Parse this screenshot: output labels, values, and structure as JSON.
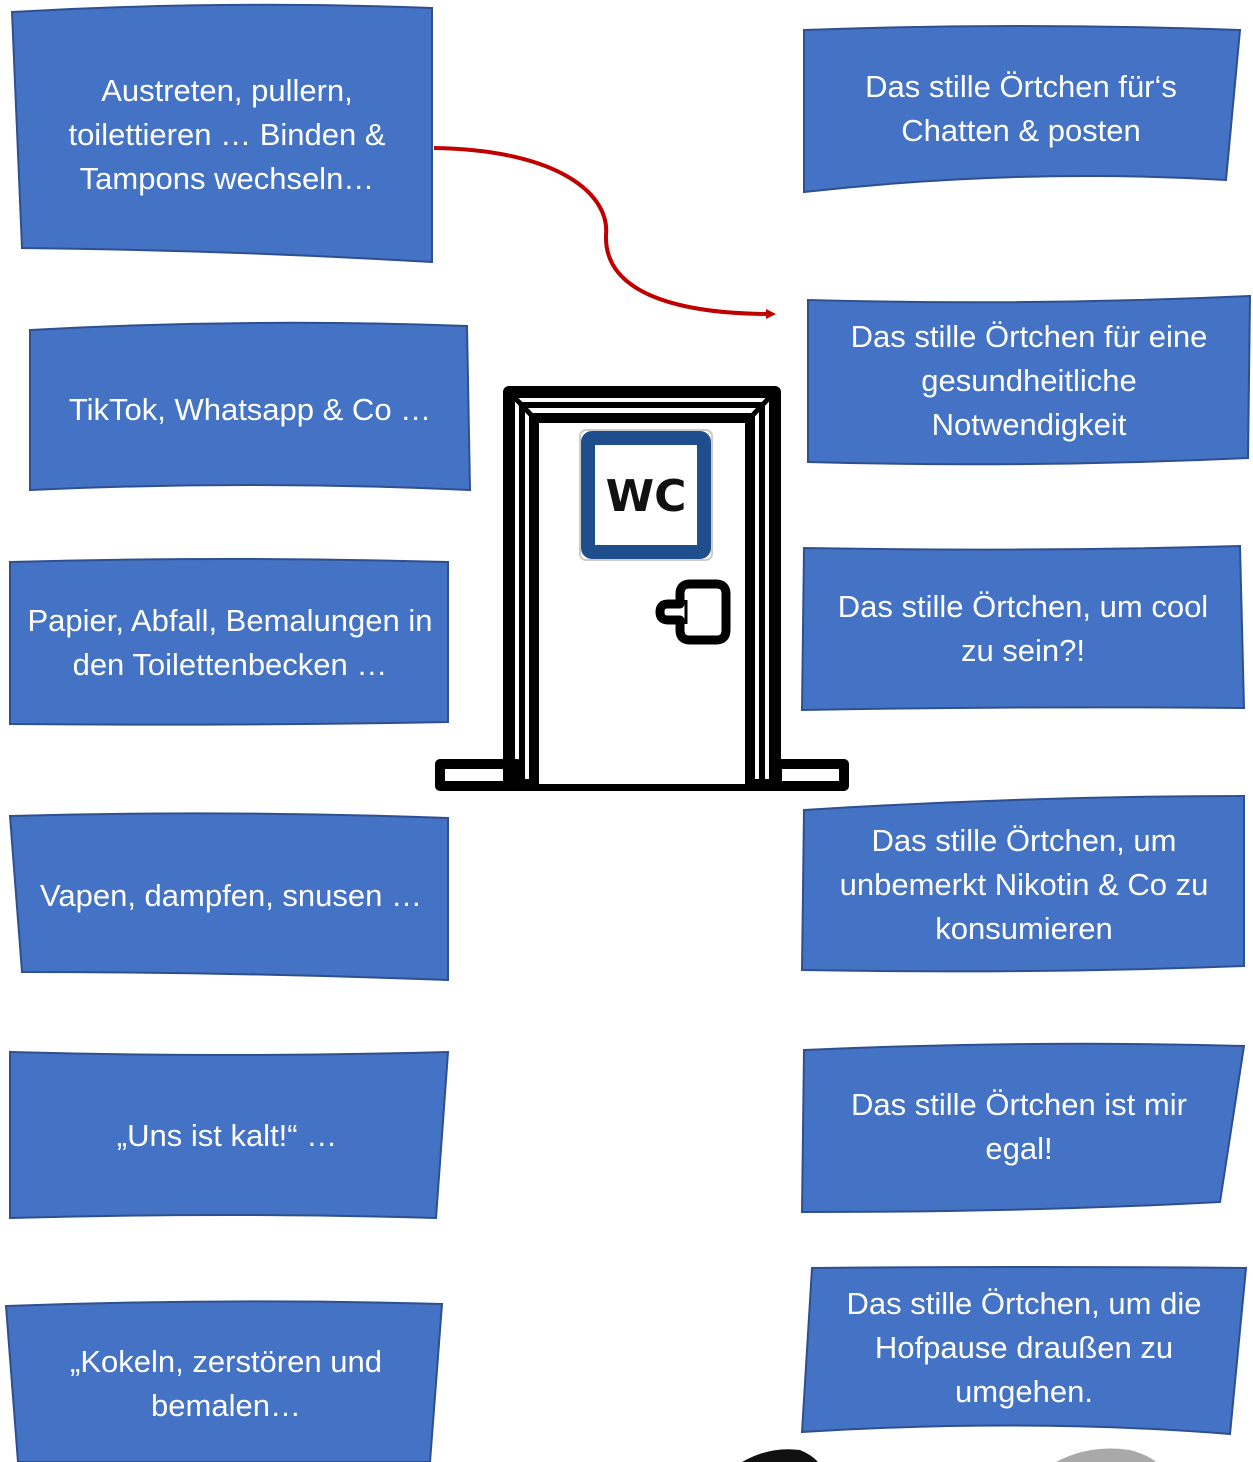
{
  "colors": {
    "card_fill": "#4472C4",
    "card_border": "#2F4F8F",
    "arrow": "#C00000",
    "wc_sign": "#1F4E8C",
    "door_outline": "#000000"
  },
  "door": {
    "sign_label": "WC"
  },
  "left_cards": [
    {
      "text": "Austreten, pullern, toilettieren … Binden & Tampons wechseln…"
    },
    {
      "text": "TikTok, Whatsapp & Co …"
    },
    {
      "text": "Papier, Abfall, Bemalungen in den Toilettenbecken …"
    },
    {
      "text": "Vapen, dampfen, snusen …"
    },
    {
      "text": "„Uns ist kalt!“ …"
    },
    {
      "text": "„Kokeln, zerstören und bemalen…"
    }
  ],
  "right_cards": [
    {
      "text": "Das stille Örtchen für‘s Chatten & posten"
    },
    {
      "text": "Das stille Örtchen für eine gesundheitliche Notwendigkeit"
    },
    {
      "text": "Das stille Örtchen,  um cool zu sein?!"
    },
    {
      "text": "Das stille Örtchen, um unbemerkt Nikotin & Co zu konsumieren"
    },
    {
      "text": "Das stille Örtchen ist mir egal!"
    },
    {
      "text": "Das stille Örtchen, um die Hofpause draußen zu umgehen."
    }
  ]
}
